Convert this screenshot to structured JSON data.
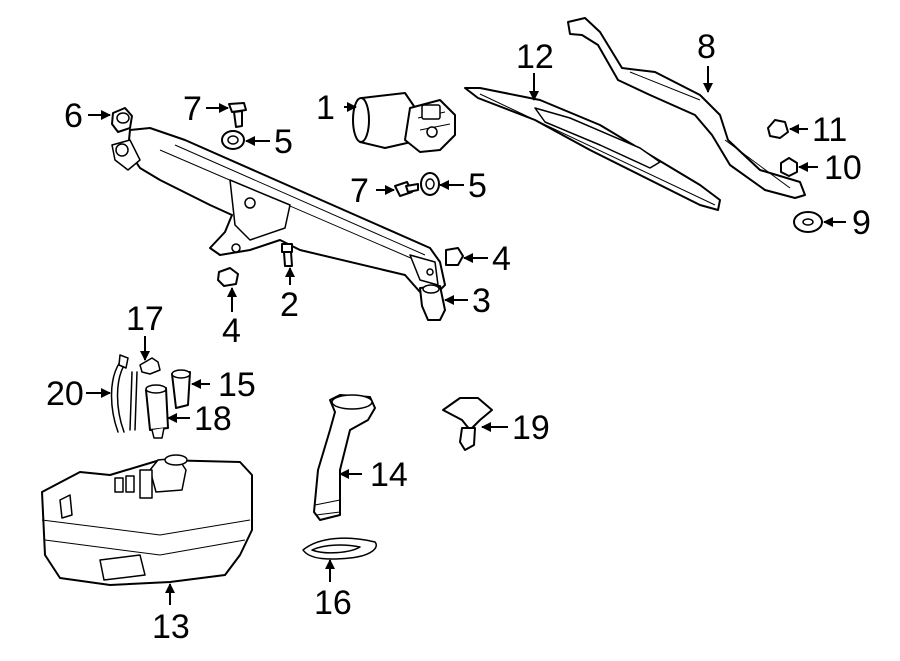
{
  "diagram": {
    "callouts": [
      {
        "id": "c1",
        "label": "1"
      },
      {
        "id": "c2",
        "label": "2"
      },
      {
        "id": "c3",
        "label": "3"
      },
      {
        "id": "c4a",
        "label": "4"
      },
      {
        "id": "c4b",
        "label": "4"
      },
      {
        "id": "c5a",
        "label": "5"
      },
      {
        "id": "c5b",
        "label": "5"
      },
      {
        "id": "c6",
        "label": "6"
      },
      {
        "id": "c7a",
        "label": "7"
      },
      {
        "id": "c7b",
        "label": "7"
      },
      {
        "id": "c8",
        "label": "8"
      },
      {
        "id": "c9",
        "label": "9"
      },
      {
        "id": "c10",
        "label": "10"
      },
      {
        "id": "c11",
        "label": "11"
      },
      {
        "id": "c12",
        "label": "12"
      },
      {
        "id": "c13",
        "label": "13"
      },
      {
        "id": "c14",
        "label": "14"
      },
      {
        "id": "c15",
        "label": "15"
      },
      {
        "id": "c16",
        "label": "16"
      },
      {
        "id": "c17",
        "label": "17"
      },
      {
        "id": "c18",
        "label": "18"
      },
      {
        "id": "c19",
        "label": "19"
      },
      {
        "id": "c20",
        "label": "20"
      }
    ],
    "colors": {
      "line": "#000000",
      "background": "#ffffff"
    }
  }
}
